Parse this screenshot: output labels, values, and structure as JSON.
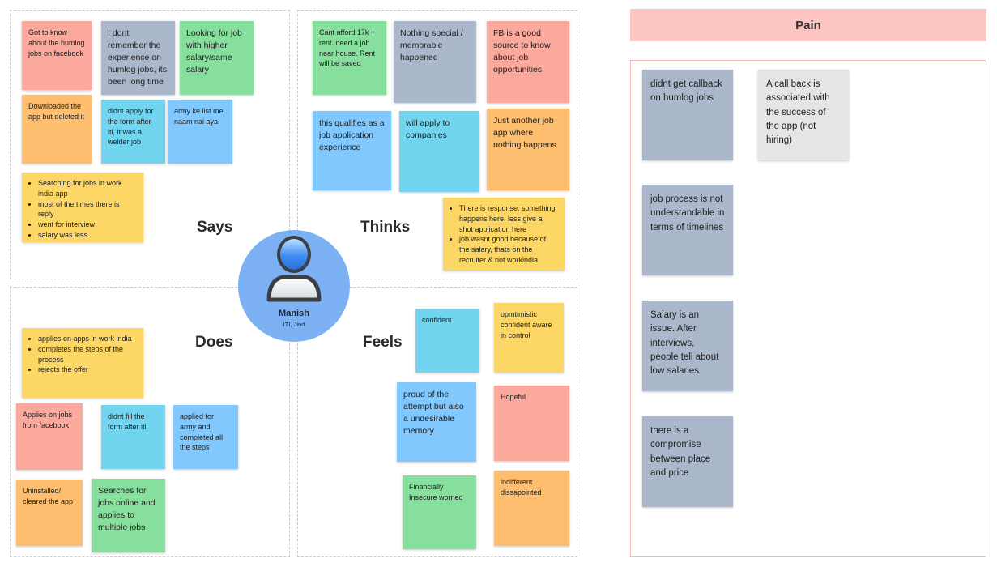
{
  "persona": {
    "name": "Manish",
    "subtitle": "ITI, Jind"
  },
  "labels": {
    "says": "Says",
    "thinks": "Thinks",
    "does": "Does",
    "feels": "Feels",
    "pain": "Pain"
  },
  "says": {
    "n1": "Got to know about the humlog jobs on facebook",
    "n2": "I dont remember the experience on humlog jobs, its been long time",
    "n3": "Looking for job with higher salary/same salary",
    "n4": "Downloaded the app but deleted it",
    "n5": "didnt apply for the form after iti, it was a welder job",
    "n6": "army ke list me naam nai aya",
    "n7": [
      "Searching for jobs in work india app",
      "most of the times there is reply",
      "went for interview",
      "salary was less"
    ]
  },
  "thinks": {
    "n1": "Cant afford 17k + rent. need a job near house. Rent will be saved",
    "n2": "Nothing special / memorable happened",
    "n3": "FB is a good source to know about job opportunities",
    "n4": "this qualifies as a job application experience",
    "n5": "will apply to companies",
    "n6": "Just another job app where nothing happens",
    "n7": [
      "There is response, something happens here. less give a shot application here",
      "job wasnt good because of the salary, thats on the recruiter & not workindia"
    ]
  },
  "does": {
    "n1": [
      "applies on apps in work india",
      "completes the steps of the process",
      "rejects the offer"
    ],
    "n2": "Applies on jobs from facebook",
    "n3": "didnt fill the form after iti",
    "n4": "applied for army and completed all the steps",
    "n5": "Uninstalled/ cleared the app",
    "n6": "Searches for jobs online and applies to multiple jobs"
  },
  "feels": {
    "n1": "confident",
    "n2": "opmtimistic confident aware in control",
    "n3": "proud of the attempt but also a undesirable memory",
    "n4": "Hopeful",
    "n5": "Financially Insecure worried",
    "n6": "indifferent dissapointed"
  },
  "pain": {
    "n1": "didnt get callback on humlog jobs",
    "n2": "A call back is associated with the success of the app (not hiring)",
    "n3": "job process is not understandable in terms of timelines",
    "n4": "Salary is an issue. After interviews, people tell about low salaries",
    "n5": "there is a compromise between place and price"
  },
  "colors": {
    "red": "#fba89d",
    "grey": "#abb8cc",
    "green": "#86df9c",
    "orange": "#fdbe70",
    "blue": "#80c8fd",
    "cyan": "#72d5ef",
    "yellow": "#fdd765",
    "lightgrey": "#e5e5e5",
    "pain_header": "#fdc5c2",
    "avatar": "#7cb2f4"
  }
}
